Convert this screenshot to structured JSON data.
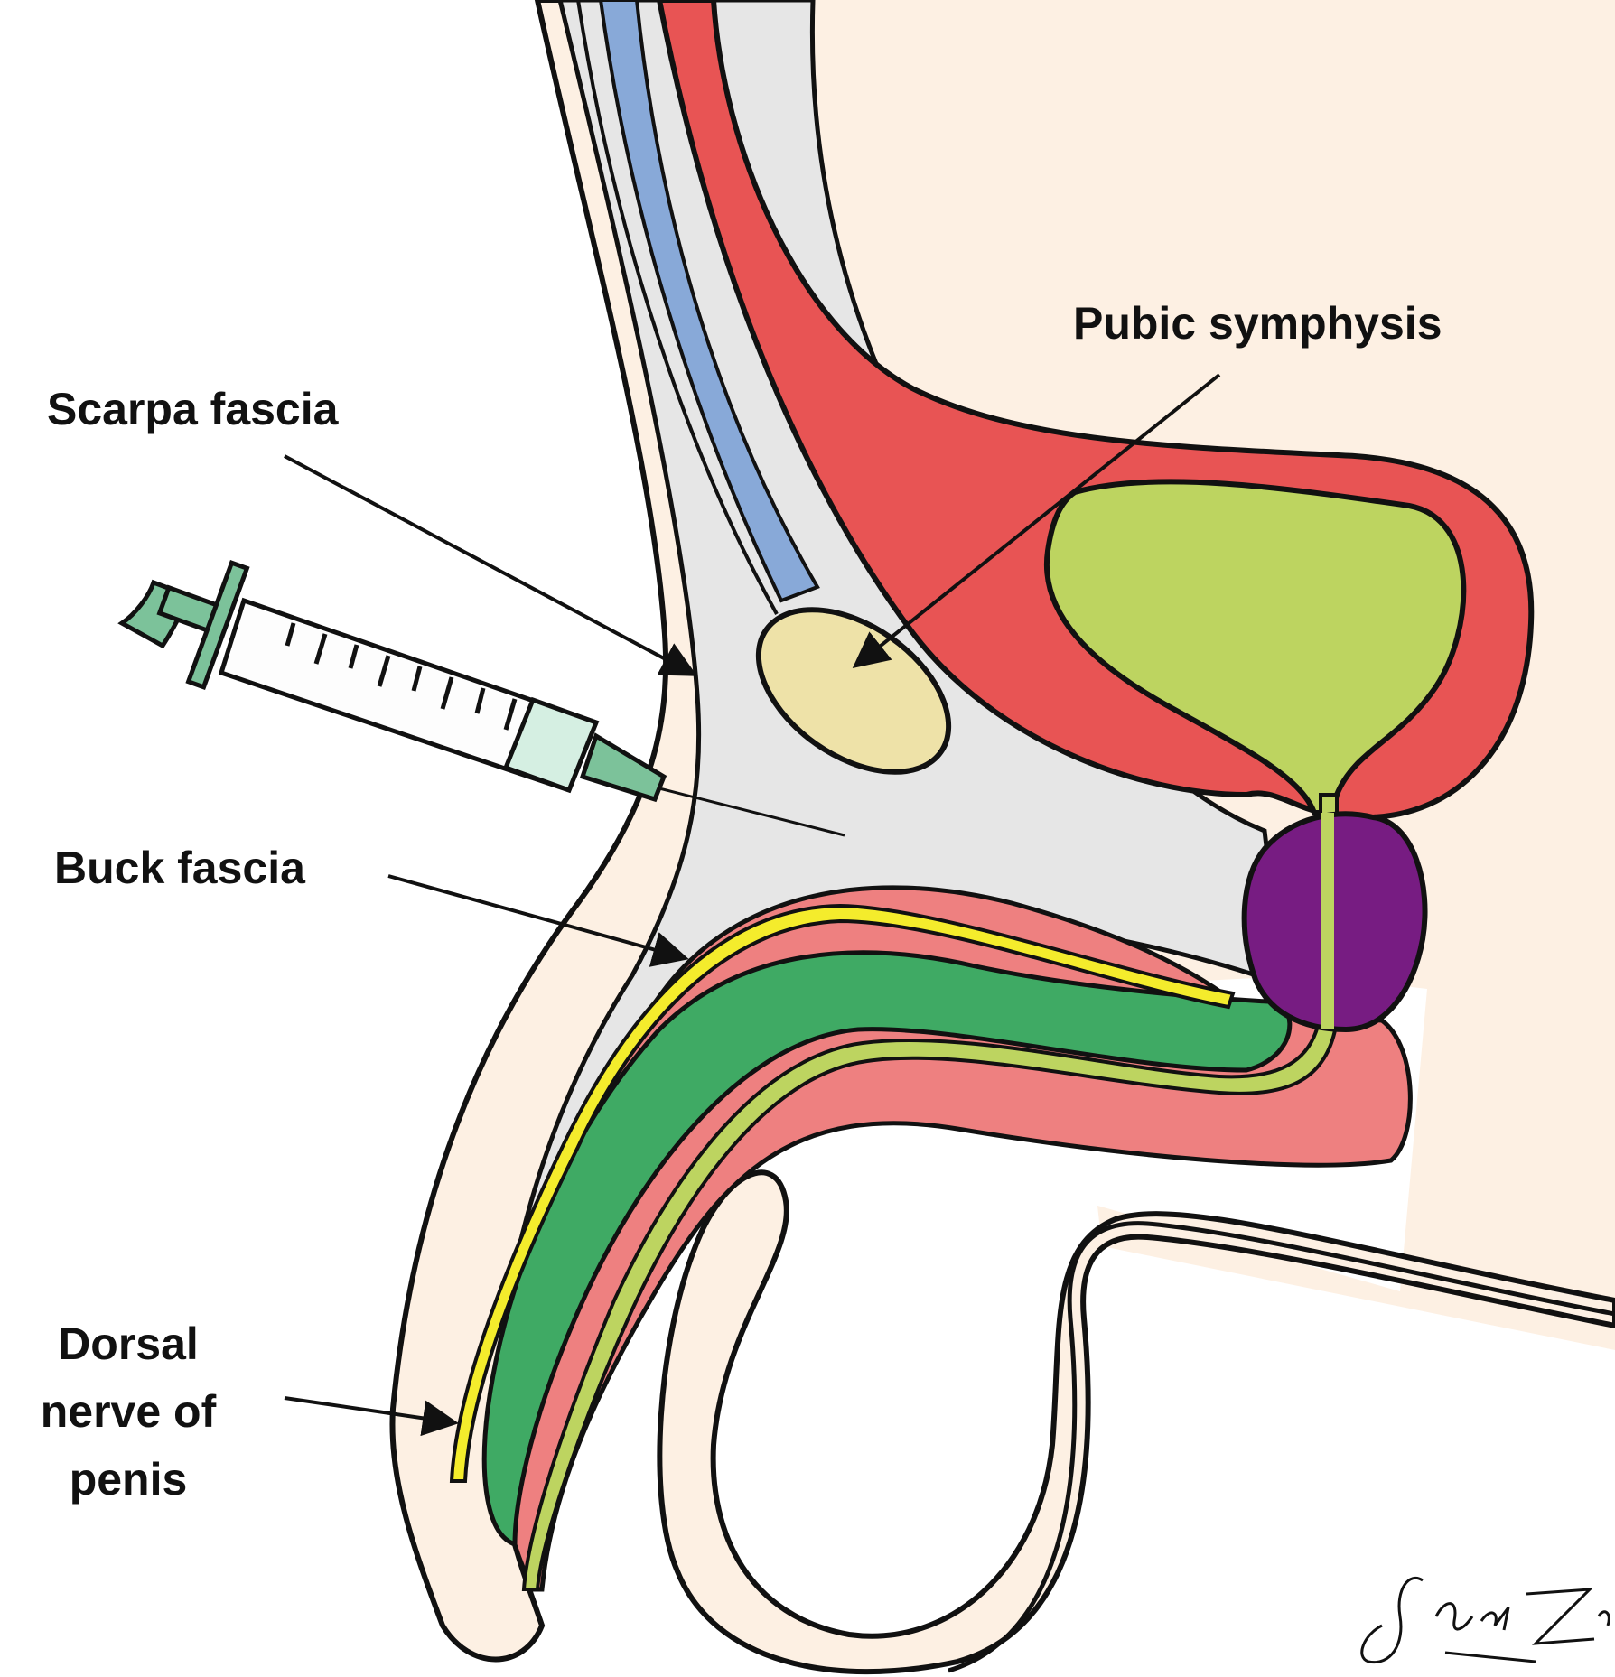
{
  "labels": {
    "pubic_symphysis": "Pubic symphysis",
    "scarpa_fascia": "Scarpa fascia",
    "buck_fascia": "Buck fascia",
    "dorsal_nerve_line1": "Dorsal",
    "dorsal_nerve_line2": "nerve of",
    "dorsal_nerve_line3": "penis"
  },
  "signature": "Gudin Zui",
  "colors": {
    "skin": "#FDF0E3",
    "subcutaneous": "#E6E6E6",
    "rectus_muscle": "#E85454",
    "bladder": "#BDD460",
    "corpus": "#EE8080",
    "cavernosum": "#3FAA64",
    "nerve": "#F4EC2C",
    "prostate": "#771C82",
    "blue_layer": "#88A9D8",
    "symphysis": "#EEE2A8",
    "syringe_plunger": "#7CC29A",
    "syringe_hub": "#D5EFE2",
    "outline": "#111111"
  }
}
